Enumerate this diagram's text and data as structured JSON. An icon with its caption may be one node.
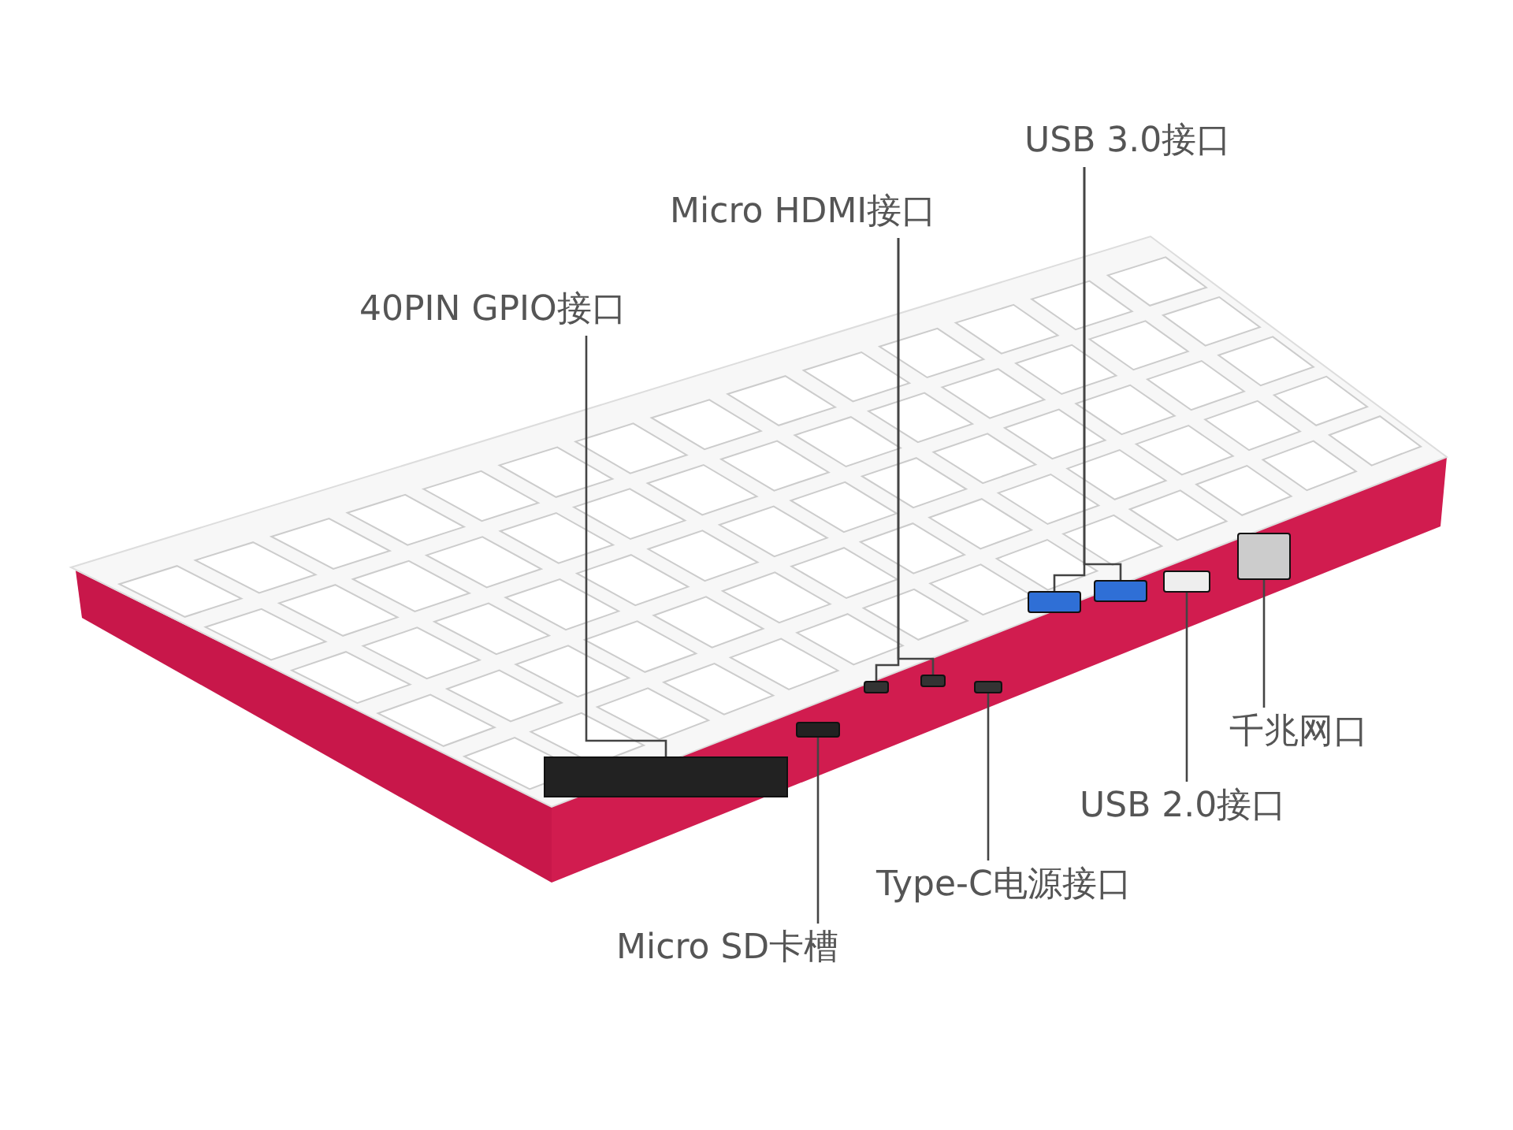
{
  "diagram": {
    "nodes": [
      {
        "text": [
          "USB 3.0接口"
        ]
      },
      {
        "text": [
          "Micro HDMI接口"
        ]
      },
      {
        "text": [
          "40PIN GPIO接口"
        ]
      },
      {
        "text": [
          "千兆网口"
        ]
      },
      {
        "text": [
          "USB 2.0接口"
        ]
      },
      {
        "text": [
          "Type-C电源接口"
        ]
      },
      {
        "text": [
          "Micro SD卡槽"
        ]
      },
      {
        "text": [],
        "shape": "bar"
      },
      {
        "text": [],
        "shape": "box"
      },
      {
        "text": [],
        "shape": "box"
      },
      {
        "text": [],
        "shape": "box"
      },
      {
        "text": [],
        "shape": "box"
      },
      {
        "text": [],
        "shape": "box"
      },
      {
        "text": [],
        "shape": "box"
      },
      {
        "text": [],
        "shape": "box"
      },
      {
        "text": [],
        "shape": "box"
      }
    ],
    "edges": [
      {
        "from": 0,
        "to": 12,
        "arrow": "none"
      },
      {
        "from": 0,
        "to": 13,
        "arrow": "none"
      },
      {
        "from": 1,
        "to": 9,
        "arrow": "none"
      },
      {
        "from": 1,
        "to": 10,
        "arrow": "none"
      },
      {
        "from": 2,
        "to": 7,
        "arrow": "none"
      },
      {
        "from": 3,
        "to": 15,
        "arrow": "none"
      },
      {
        "from": 4,
        "to": 14,
        "arrow": "none"
      },
      {
        "from": 5,
        "to": 11,
        "arrow": "none"
      },
      {
        "from": 6,
        "to": 8,
        "arrow": "none"
      }
    ]
  }
}
